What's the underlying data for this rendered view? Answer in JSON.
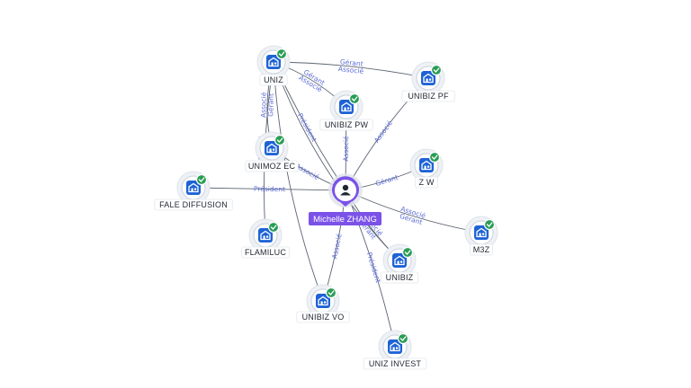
{
  "center": {
    "id": "person",
    "label": "Michelle ZHANG",
    "icon": "person-icon"
  },
  "nodes": [
    {
      "id": "uniz",
      "label": "UNIZ",
      "verified": true,
      "icon": "company-icon"
    },
    {
      "id": "unibiz_pf",
      "label": "UNIBIZ PF",
      "verified": true,
      "icon": "company-icon"
    },
    {
      "id": "unibiz_pw",
      "label": "UNIBIZ PW",
      "verified": true,
      "icon": "company-icon"
    },
    {
      "id": "unimoz_ec",
      "label": "UNIMOZ EC",
      "verified": true,
      "icon": "company-icon"
    },
    {
      "id": "zw",
      "label": "Z W",
      "verified": true,
      "icon": "company-icon"
    },
    {
      "id": "fale",
      "label": "FALE DIFFUSION",
      "verified": true,
      "icon": "company-icon"
    },
    {
      "id": "m3z",
      "label": "M3Z",
      "verified": true,
      "icon": "company-icon"
    },
    {
      "id": "flamiluc",
      "label": "FLAMILUC",
      "verified": true,
      "icon": "company-icon"
    },
    {
      "id": "unibiz",
      "label": "UNIBIZ",
      "verified": true,
      "icon": "company-icon"
    },
    {
      "id": "unibiz_vo",
      "label": "UNIBIZ VO",
      "verified": true,
      "icon": "company-icon"
    },
    {
      "id": "uniz_invest",
      "label": "UNIZ INVEST",
      "verified": true,
      "icon": "company-icon"
    }
  ],
  "edges": [
    {
      "from": "uniz",
      "to": "unibiz_pf",
      "labels": [
        "Gérant",
        "Associé"
      ]
    },
    {
      "from": "uniz",
      "to": "unibiz_pw",
      "labels": [
        "Gérant",
        "Associé"
      ]
    },
    {
      "from": "uniz",
      "to": "unimoz_ec",
      "labels": [
        "Gérant",
        "Associé"
      ]
    },
    {
      "from": "uniz",
      "to": "person",
      "labels": [
        "Président"
      ]
    },
    {
      "from": "uniz",
      "to": "flamiluc",
      "labels": [
        "Gérant",
        "Associé"
      ]
    },
    {
      "from": "uniz",
      "to": "unibiz_vo",
      "labels": []
    },
    {
      "from": "uniz",
      "to": "unibiz",
      "labels": []
    },
    {
      "from": "unibiz_pw",
      "to": "person",
      "labels": [
        "Associé"
      ]
    },
    {
      "from": "unibiz_pf",
      "to": "person",
      "labels": [
        "Associé"
      ]
    },
    {
      "from": "zw",
      "to": "person",
      "labels": [
        "Gérant"
      ]
    },
    {
      "from": "fale",
      "to": "person",
      "labels": [
        "Président"
      ]
    },
    {
      "from": "unimoz_ec",
      "to": "person",
      "labels": [
        "Associé"
      ]
    },
    {
      "from": "m3z",
      "to": "person",
      "labels": [
        "Gérant",
        "Associé"
      ]
    },
    {
      "from": "unibiz",
      "to": "person",
      "labels": [
        "Gérant",
        "Associé"
      ]
    },
    {
      "from": "unibiz_vo",
      "to": "person",
      "labels": [
        "Associé"
      ]
    },
    {
      "from": "uniz_invest",
      "to": "person",
      "labels": [
        "Président"
      ]
    }
  ],
  "colors": {
    "center": "#7b52e8",
    "company_icon": "#1e63d6",
    "verified_badge": "#2a9d55",
    "edge_label": "#5b6bd6",
    "edge_line": "#5b6472"
  }
}
